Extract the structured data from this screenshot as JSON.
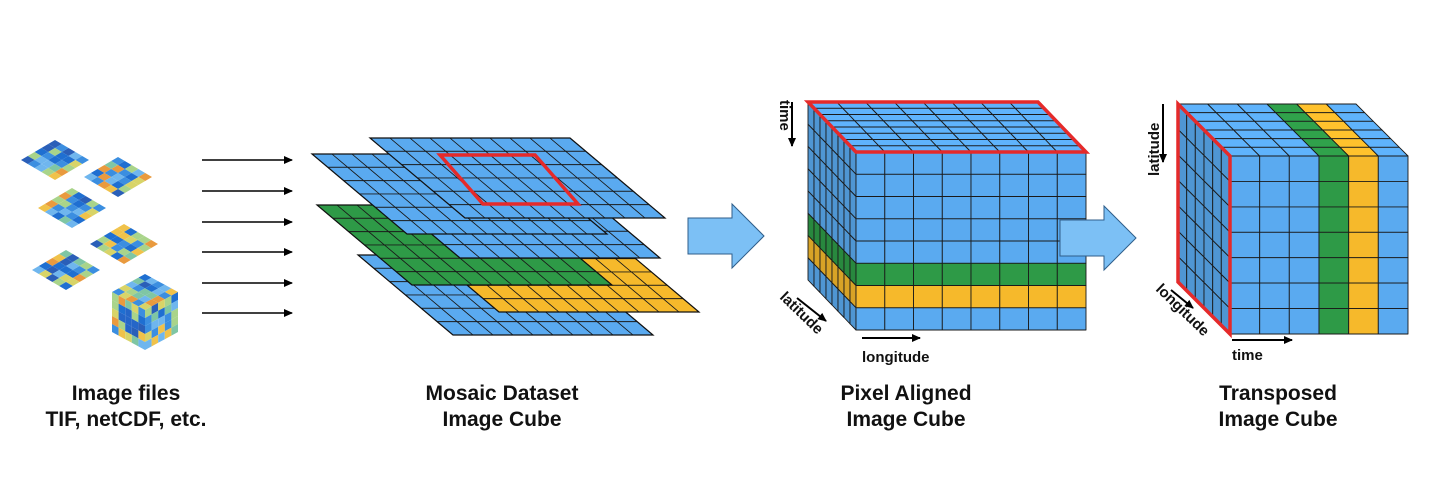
{
  "colors": {
    "blue": "#5aaaf0",
    "green": "#2e9a47",
    "yellow": "#f6b92b",
    "red": "#e52a2a",
    "arrow_fill": "#7cc0f5",
    "grid_line": "#1a1a1a"
  },
  "steps": [
    {
      "id": "image-files",
      "caption_line1": "Image files",
      "caption_line2": "TIF, netCDF, etc."
    },
    {
      "id": "mosaic-dataset",
      "caption_line1": "Mosaic Dataset",
      "caption_line2": "Image Cube"
    },
    {
      "id": "pixel-aligned",
      "caption_line1": "Pixel Aligned",
      "caption_line2": "Image Cube",
      "axis_labels": {
        "time": "time",
        "latitude": "latitude",
        "longitude": "longitude"
      }
    },
    {
      "id": "transposed",
      "caption_line1": "Transposed",
      "caption_line2": "Image Cube",
      "axis_labels": {
        "latitude": "latitude",
        "longitude": "longitude",
        "time": "time"
      }
    }
  ],
  "icons": {
    "input_arrows": "arrow-right-icon",
    "stage_arrows": "block-arrow-right-icon"
  }
}
